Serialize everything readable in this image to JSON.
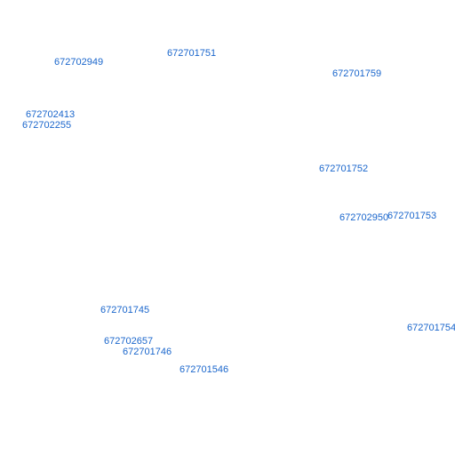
{
  "link_color": "#1a66cc",
  "labels": [
    "672701751",
    "672702949",
    "672701759",
    "672702413",
    "672702255",
    "672701752",
    "672702950",
    "672701753",
    "672701745",
    "672701754",
    "672702657",
    "672701746",
    "672701546"
  ]
}
